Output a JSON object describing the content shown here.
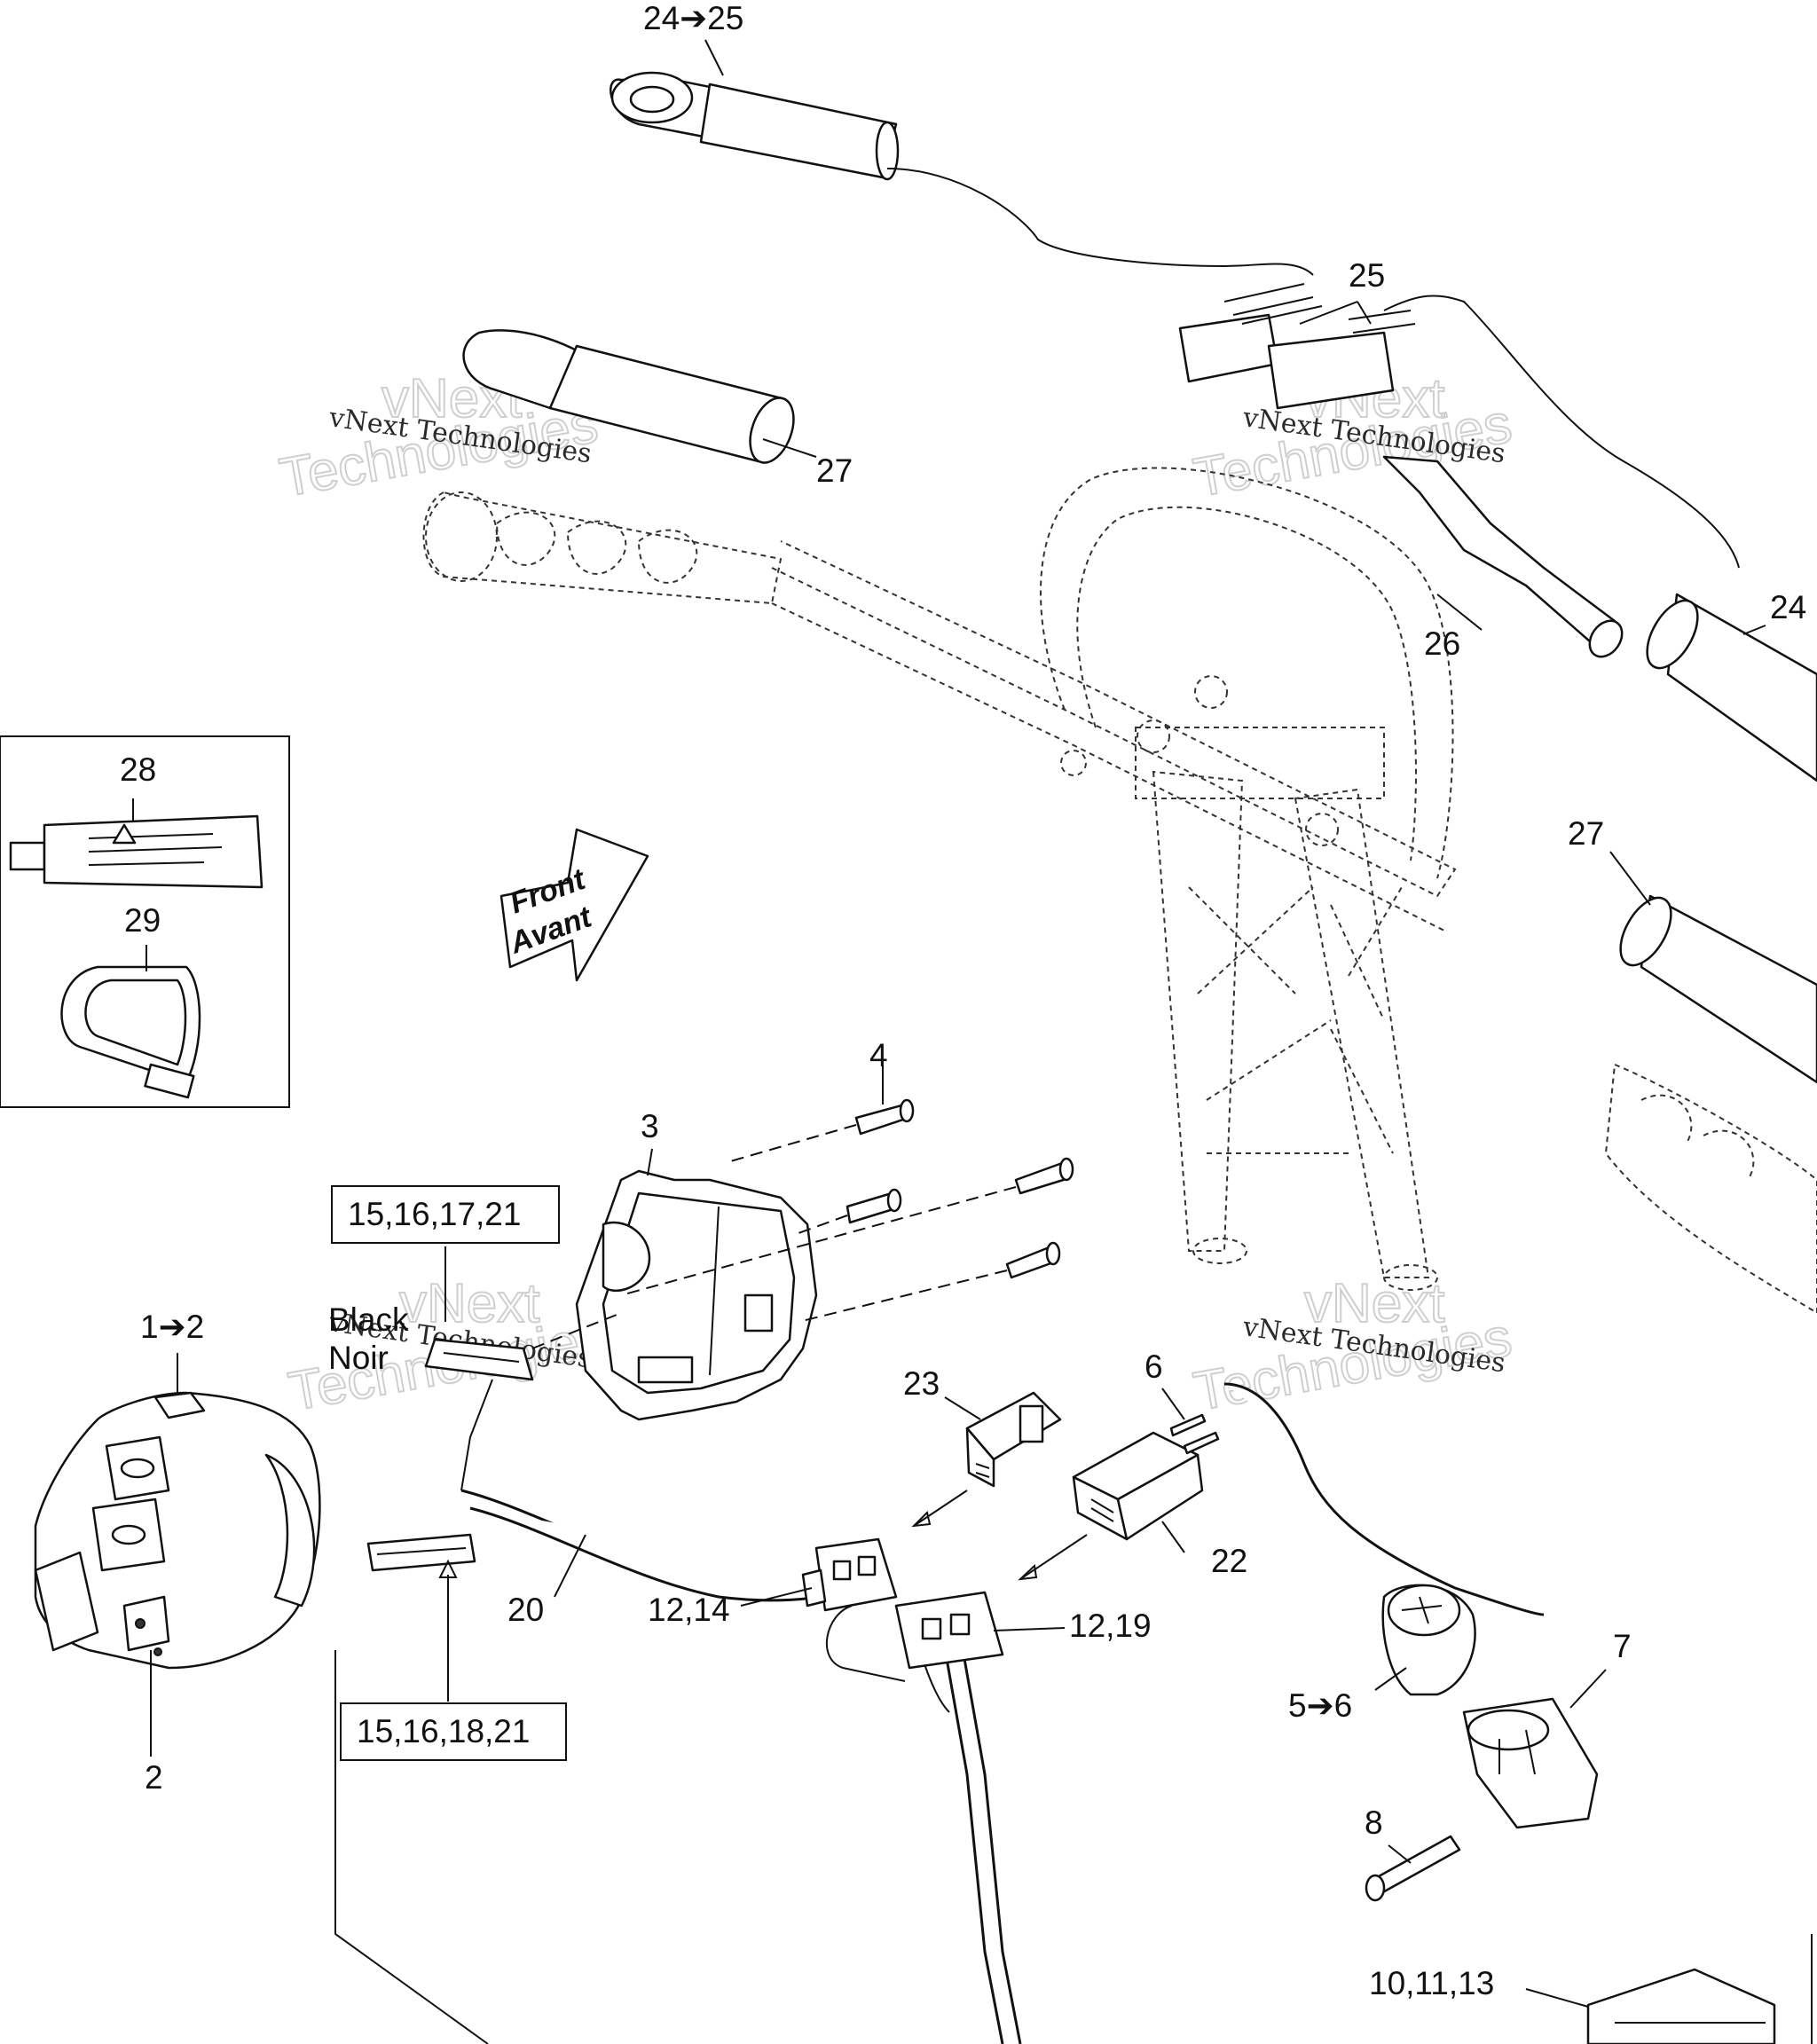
{
  "callouts": {
    "c_24_25_top": "24➔25",
    "c_25": "25",
    "c_27_top": "27",
    "c_26": "26",
    "c_24_right": "24",
    "c_28": "28",
    "c_29": "29",
    "c_27_right": "27",
    "c_4": "4",
    "c_3": "3",
    "c_15_16_17_21": "15,16,17,21",
    "c_1_2": "1➔2",
    "c_23": "23",
    "c_6": "6",
    "c_22": "22",
    "c_20": "20",
    "c_12_14": "12,14",
    "c_12_19": "12,19",
    "c_2": "2",
    "c_15_16_18_21": "15,16,18,21",
    "c_5_6": "5➔6",
    "c_7": "7",
    "c_8": "8",
    "c_10_11_13": "10,11,13"
  },
  "wire_color": {
    "en": "Black",
    "fr": "Noir"
  },
  "direction": {
    "line1": "Front",
    "line2": "Avant"
  },
  "watermark": {
    "brand": "vNext Technologies",
    "big_line1": "vNext",
    "big_line2": "Technologies"
  }
}
